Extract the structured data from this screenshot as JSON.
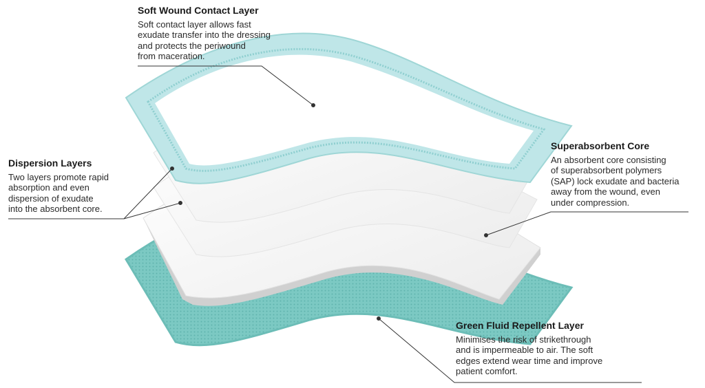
{
  "labels": {
    "contact": {
      "title": "Soft Wound Contact Layer",
      "lines": [
        "Soft contact layer allows fast",
        "exudate transfer into the dressing",
        "and protects the periwound",
        "from maceration."
      ]
    },
    "dispersion": {
      "title": "Dispersion Layers",
      "lines": [
        "Two layers promote rapid",
        "absorption and even",
        "dispersion of exudate",
        "into the absorbent core."
      ]
    },
    "core": {
      "title": "Superabsorbent Core",
      "lines": [
        "An absorbent core consisting",
        "of superabsorbent polymers",
        "(SAP) lock exudate and bacteria",
        "away from the wound, even",
        "under compression."
      ]
    },
    "repellent": {
      "title": "Green Fluid Repellent Layer",
      "lines": [
        "Minimises the risk of strikethrough",
        "and is impermeable to air. The soft",
        "edges extend wear time and improve",
        "patient comfort."
      ]
    }
  },
  "colors": {
    "teal": "#7fcfc9",
    "teal_light": "#bfe6e8",
    "foam_edge": "#c9c9c9",
    "line": "#333333"
  }
}
